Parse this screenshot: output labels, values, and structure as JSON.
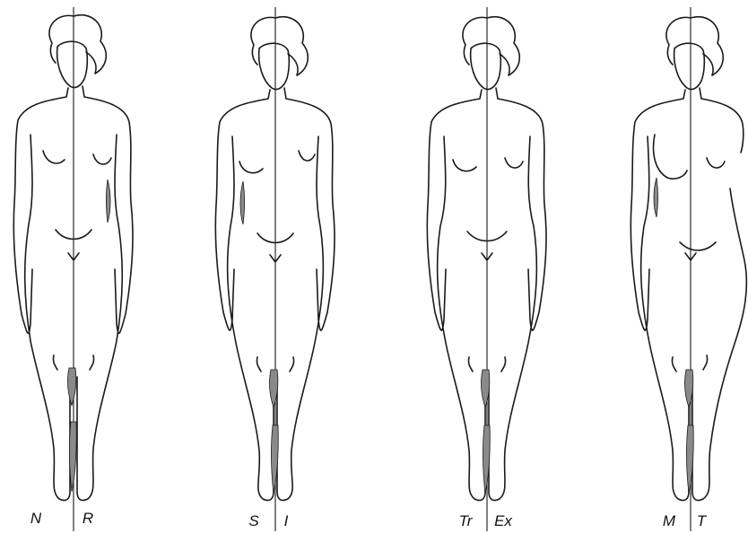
{
  "figures": [
    {
      "left_label": "N",
      "right_label": "R",
      "variant": "normal"
    },
    {
      "left_label": "S",
      "right_label": "I",
      "variant": "superior-inferior"
    },
    {
      "left_label": "Tr",
      "right_label": "Ex",
      "variant": "transverse-external"
    },
    {
      "left_label": "M",
      "right_label": "T",
      "variant": "medial-tilt"
    }
  ],
  "colors": {
    "line": "#1a1a1a",
    "shade": "#8a8a8a",
    "background": "#ffffff"
  }
}
